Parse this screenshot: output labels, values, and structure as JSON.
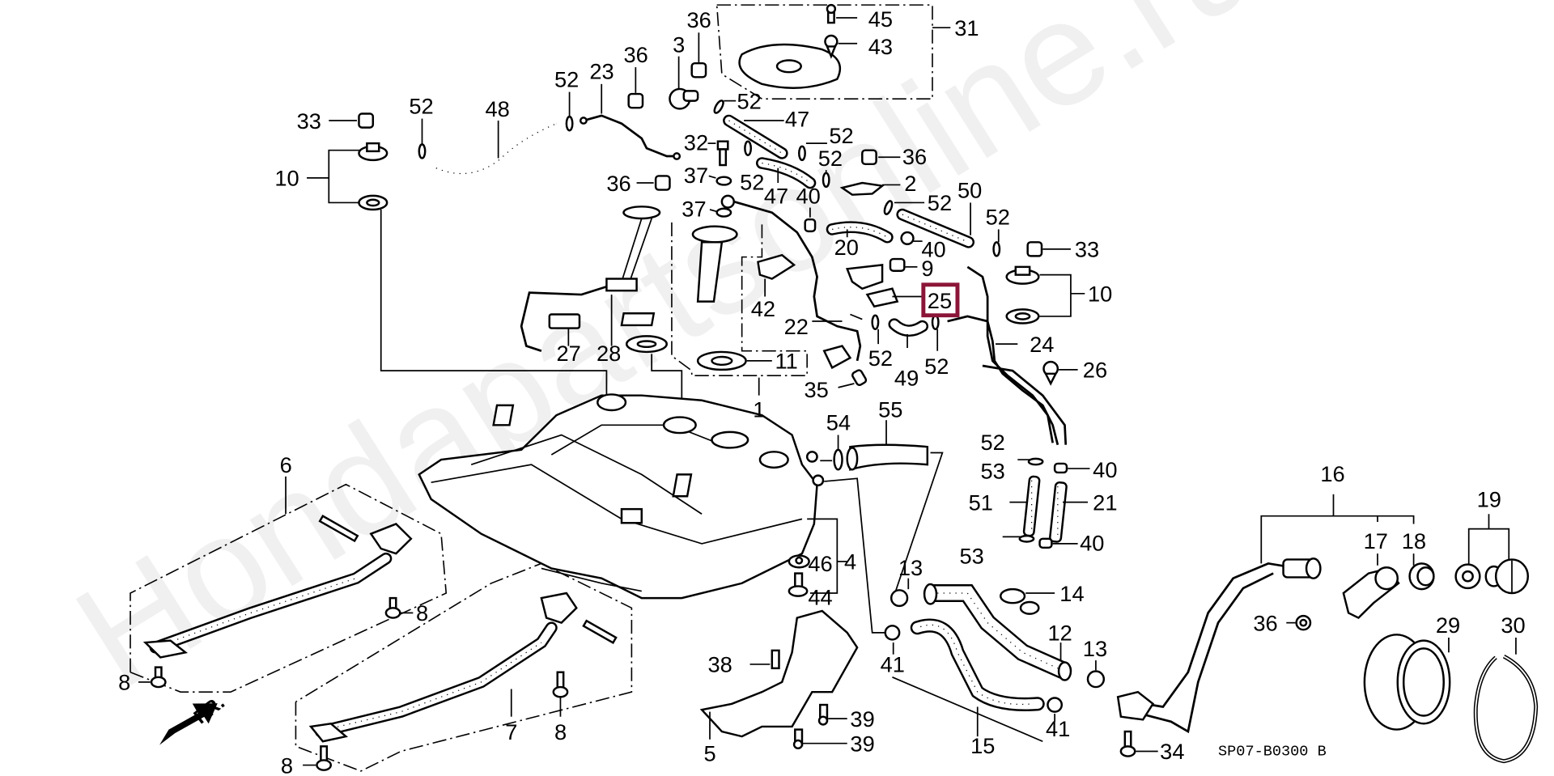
{
  "diagram": {
    "watermark": "Hondapartsonline.ru",
    "code": "SP07-B0300 B",
    "direction_label": "FR.",
    "highlight_color": "#8b1538",
    "selected_part": "25",
    "callouts": {
      "c1": "1",
      "c2": "2",
      "c3": "3",
      "c4": "4",
      "c5": "5",
      "c6": "6",
      "c7": "7",
      "c8a": "8",
      "c8b": "8",
      "c8c": "8",
      "c8d": "8",
      "c9": "9",
      "c10a": "10",
      "c10b": "10",
      "c11": "11",
      "c12": "12",
      "c13a": "13",
      "c13b": "13",
      "c14": "14",
      "c15": "15",
      "c16": "16",
      "c17": "17",
      "c18": "18",
      "c19": "19",
      "c20": "20",
      "c21": "21",
      "c22": "22",
      "c23": "23",
      "c24": "24",
      "c25": "25",
      "c26": "26",
      "c27": "27",
      "c28": "28",
      "c29": "29",
      "c30": "30",
      "c31": "31",
      "c32": "32",
      "c33a": "33",
      "c33b": "33",
      "c34": "34",
      "c35": "35",
      "c36a": "36",
      "c36b": "36",
      "c36c": "36",
      "c36d": "36",
      "c36e": "36",
      "c37a": "37",
      "c37b": "37",
      "c38": "38",
      "c39a": "39",
      "c39b": "39",
      "c40a": "40",
      "c40b": "40",
      "c40c": "40",
      "c40d": "40",
      "c41a": "41",
      "c41b": "41",
      "c42": "42",
      "c43": "43",
      "c44": "44",
      "c45": "45",
      "c46": "46",
      "c47a": "47",
      "c47b": "47",
      "c48": "48",
      "c49": "49",
      "c50": "50",
      "c51": "51",
      "c52a": "52",
      "c52b": "52",
      "c52c": "52",
      "c52d": "52",
      "c52e": "52",
      "c52f": "52",
      "c52g": "52",
      "c52h": "52",
      "c52i": "52",
      "c52j": "52",
      "c52k": "52",
      "c53a": "53",
      "c53b": "53",
      "c54": "54",
      "c55": "55"
    }
  }
}
